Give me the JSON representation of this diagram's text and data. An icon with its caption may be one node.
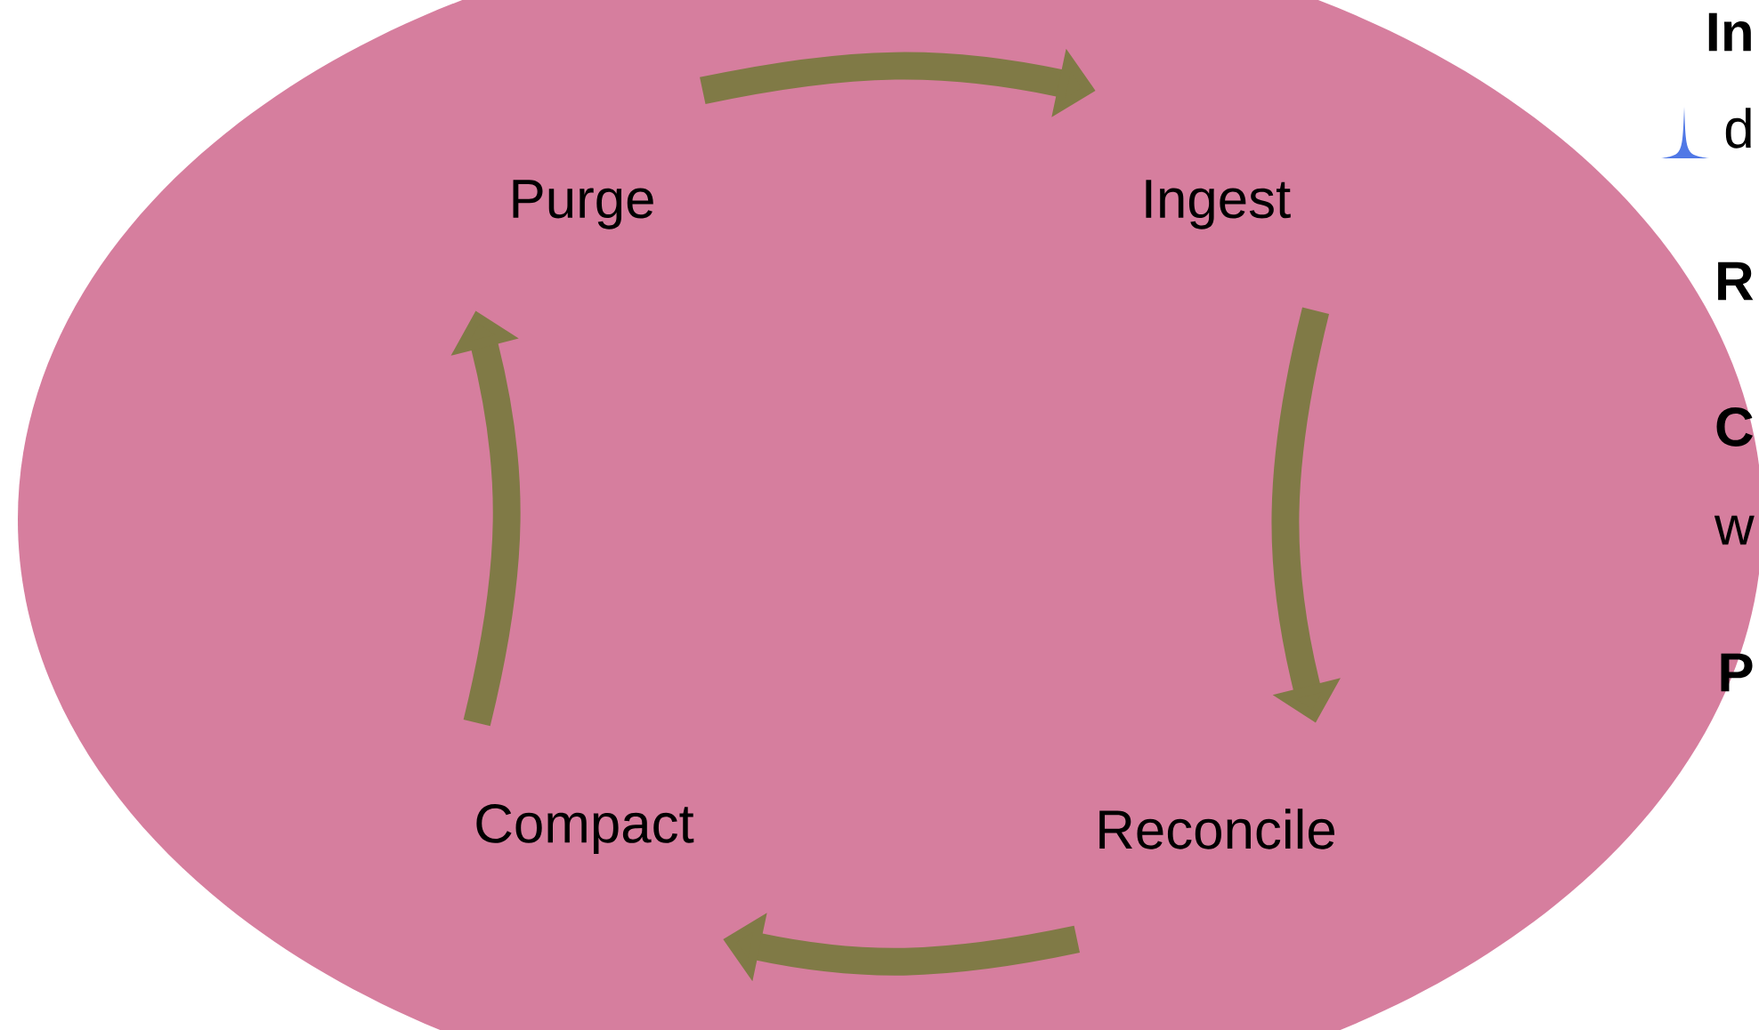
{
  "diagram": {
    "nodes": [
      {
        "text": [
          "Purge"
        ]
      },
      {
        "text": [
          "Ingest"
        ]
      },
      {
        "text": [
          "Reconcile"
        ]
      },
      {
        "text": [
          "Compact"
        ]
      }
    ],
    "edges": [
      {
        "from": 0,
        "to": 1,
        "arrow": "to"
      },
      {
        "from": 1,
        "to": 2,
        "arrow": "to"
      },
      {
        "from": 2,
        "to": 3,
        "arrow": "to"
      },
      {
        "from": 3,
        "to": 0,
        "arrow": "to"
      }
    ],
    "labels": [
      "In",
      "d",
      "R",
      "C",
      "w",
      "P"
    ]
  }
}
